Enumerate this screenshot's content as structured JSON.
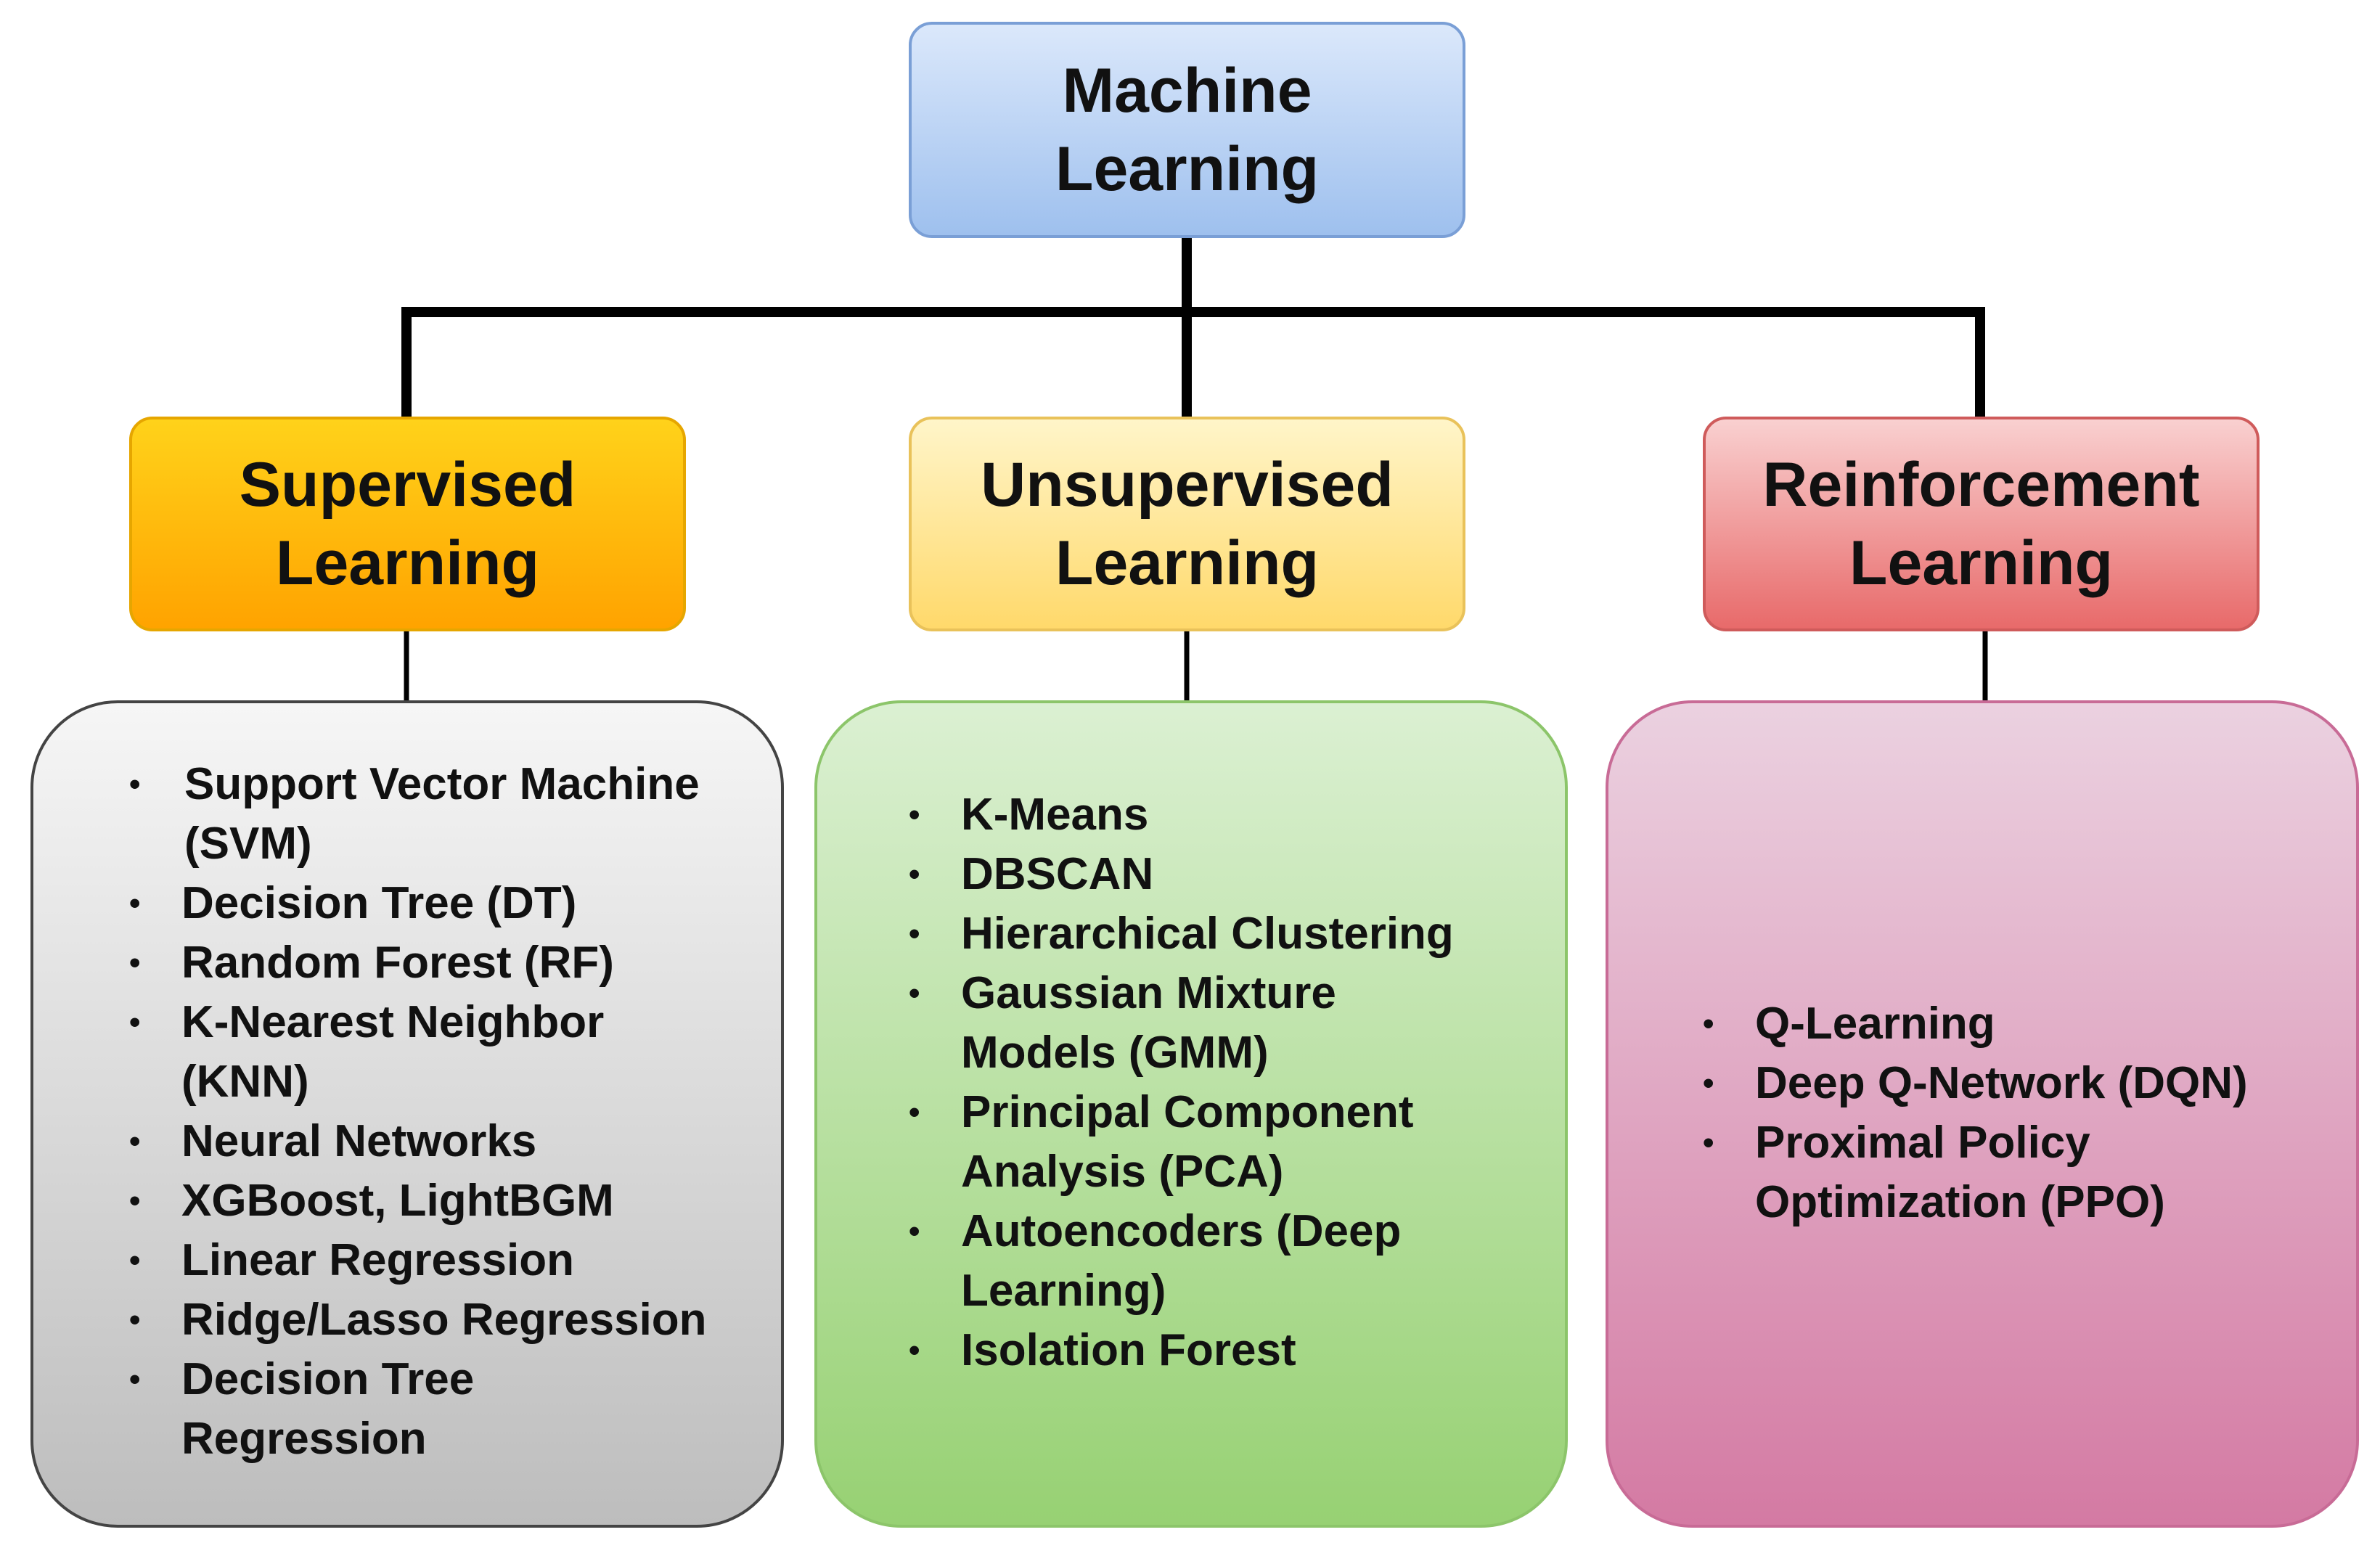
{
  "root": {
    "line1": "Machine",
    "line2": "Learning"
  },
  "categories": [
    {
      "key": "supervised",
      "line1": "Supervised",
      "line2": "Learning",
      "items": [
        {
          "line1": "Support Vector Machine",
          "line2": "(SVM)"
        },
        {
          "line1": "Decision Tree (DT)",
          "line2": ""
        },
        {
          "line1": "Random Forest (RF)",
          "line2": ""
        },
        {
          "line1": "K-Nearest Neighbor",
          "line2": "(KNN)"
        },
        {
          "line1": "Neural Networks",
          "line2": ""
        },
        {
          "line1": "XGBoost, LightBGM",
          "line2": ""
        },
        {
          "line1": "Linear Regression",
          "line2": ""
        },
        {
          "line1": "Ridge/Lasso Regression",
          "line2": ""
        },
        {
          "line1": "Decision Tree",
          "line2": "Regression"
        }
      ]
    },
    {
      "key": "unsupervised",
      "line1": "Unsupervised",
      "line2": "Learning",
      "items": [
        {
          "line1": "K-Means",
          "line2": ""
        },
        {
          "line1": "DBSCAN",
          "line2": ""
        },
        {
          "line1": "Hierarchical Clustering",
          "line2": ""
        },
        {
          "line1": "Gaussian Mixture",
          "line2": "Models (GMM)"
        },
        {
          "line1": "Principal Component",
          "line2": "Analysis (PCA)"
        },
        {
          "line1": "Autoencoders (Deep",
          "line2": "Learning)"
        },
        {
          "line1": "Isolation Forest",
          "line2": ""
        }
      ]
    },
    {
      "key": "reinforcement",
      "line1": "Reinforcement",
      "line2": "Learning",
      "items": [
        {
          "line1": "Q-Learning",
          "line2": ""
        },
        {
          "line1": "Deep Q-Network (DQN)",
          "line2": ""
        },
        {
          "line1": "Proximal Policy",
          "line2": "Optimization (PPO)"
        }
      ]
    }
  ],
  "bullet_symbol": "•",
  "colors": {
    "root": "#9ec0ee",
    "supervised": "#ffa300",
    "unsupervised": "#ffd96b",
    "reinforcement": "#e86a6a",
    "panel_supervised": "#bdbdbd",
    "panel_unsupervised": "#97d173",
    "panel_reinforcement": "#d47aa3",
    "connector": "#000000"
  }
}
